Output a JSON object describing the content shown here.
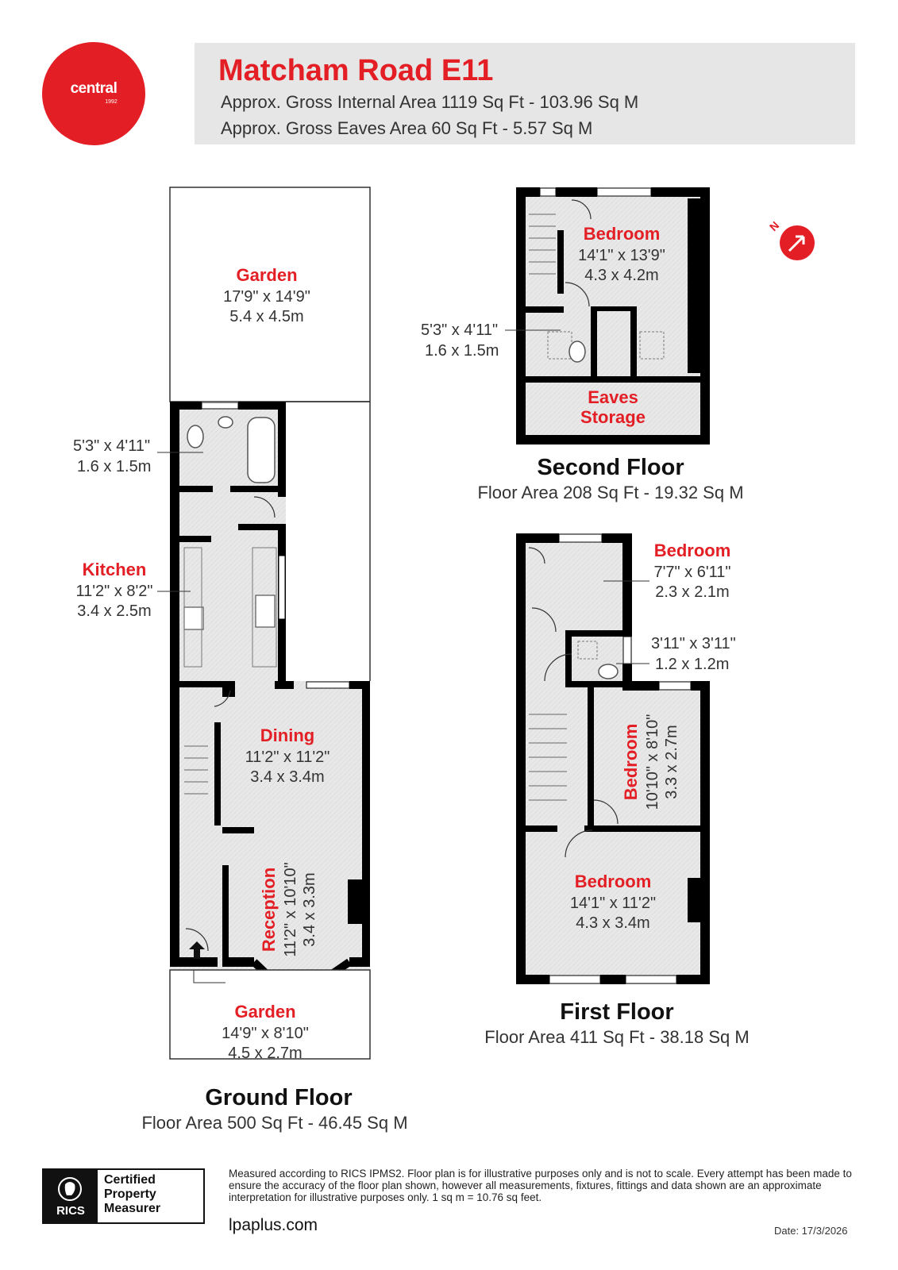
{
  "header": {
    "title": "Matcham Road E11",
    "gia": "Approx. Gross Internal Area 1119 Sq Ft - 103.96 Sq M",
    "eaves": "Approx. Gross Eaves Area 60 Sq Ft - 5.57 Sq M"
  },
  "logo": {
    "name": "central",
    "year": "1992"
  },
  "ground": {
    "title": "Ground Floor",
    "area": "Floor Area 500 Sq Ft - 46.45 Sq M",
    "garden_rear": {
      "name": "Garden",
      "dim_ft": "17'9\" x 14'9\"",
      "dim_m": "5.4 x 4.5m"
    },
    "bathroom": {
      "dim_ft": "5'3\" x 4'11\"",
      "dim_m": "1.6 x 1.5m"
    },
    "kitchen": {
      "name": "Kitchen",
      "dim_ft": "11'2\" x 8'2\"",
      "dim_m": "3.4 x 2.5m"
    },
    "dining": {
      "name": "Dining",
      "dim_ft": "11'2\" x 11'2\"",
      "dim_m": "3.4 x 3.4m"
    },
    "reception": {
      "name": "Reception",
      "dim_ft": "11'2\" x 10'10\"",
      "dim_m": "3.4 x 3.3m"
    },
    "garden_front": {
      "name": "Garden",
      "dim_ft": "14'9\" x 8'10\"",
      "dim_m": "4.5 x 2.7m"
    }
  },
  "second": {
    "title": "Second Floor",
    "area": "Floor Area 208 Sq Ft - 19.32 Sq M",
    "bedroom": {
      "name": "Bedroom",
      "dim_ft": "14'1\" x 13'9\"",
      "dim_m": "4.3 x 4.2m"
    },
    "shower": {
      "dim_ft": "5'3\" x 4'11\"",
      "dim_m": "1.6 x 1.5m"
    },
    "eaves": {
      "line1": "Eaves",
      "line2": "Storage"
    }
  },
  "first": {
    "title": "First Floor",
    "area": "Floor Area 411 Sq Ft - 38.18 Sq M",
    "bedroom_small": {
      "name": "Bedroom",
      "dim_ft": "7'7\" x 6'11\"",
      "dim_m": "2.3 x 2.1m"
    },
    "wc": {
      "dim_ft": "3'11\" x 3'11\"",
      "dim_m": "1.2 x 1.2m"
    },
    "bedroom_mid": {
      "name": "Bedroom",
      "dim_ft": "10'10\" x 8'10\"",
      "dim_m": "3.3 x 2.7m"
    },
    "bedroom_front": {
      "name": "Bedroom",
      "dim_ft": "14'1\" x 11'2\"",
      "dim_m": "4.3 x 3.4m"
    }
  },
  "compass": {
    "label": "N",
    "icon": "north-arrow-icon"
  },
  "footer": {
    "rics": "RICS",
    "badge_lines": [
      "Certified",
      "Property",
      "Measurer"
    ],
    "disclaimer": "Measured according to RICS IPMS2. Floor plan is for illustrative purposes only and is not to scale. Every attempt has been made to ensure the accuracy of the floor plan shown, however all measurements, fixtures, fittings and data shown are an approximate interpretation for illustrative purposes only. 1 sq m = 10.76 sq feet.",
    "website": "lpaplus.com",
    "date": "Date: 17/3/2026"
  },
  "colors": {
    "accent": "#e31e24",
    "floor_fill": "#e8e8e8",
    "wall": "#000000"
  }
}
